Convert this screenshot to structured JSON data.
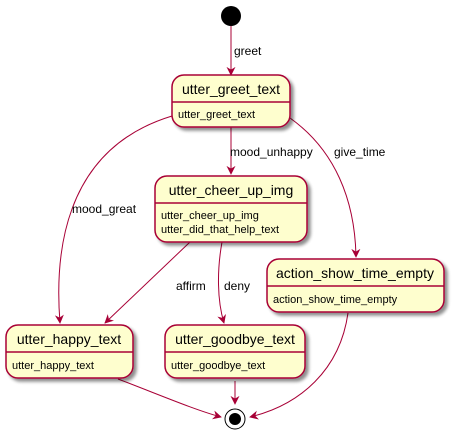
{
  "colors": {
    "state_fill": "#FEFECE",
    "state_border": "#A80036",
    "edge": "#A80036",
    "pseudostate": "#000000"
  },
  "states": {
    "greet": {
      "title": "utter_greet_text",
      "actions": [
        "utter_greet_text"
      ]
    },
    "cheer": {
      "title": "utter_cheer_up_img",
      "actions": [
        "utter_cheer_up_img",
        "utter_did_that_help_text"
      ]
    },
    "time": {
      "title": "action_show_time_empty",
      "actions": [
        "action_show_time_empty"
      ]
    },
    "happy": {
      "title": "utter_happy_text",
      "actions": [
        "utter_happy_text"
      ]
    },
    "goodbye": {
      "title": "utter_goodbye_text",
      "actions": [
        "utter_goodbye_text"
      ]
    }
  },
  "transitions": {
    "greet": "greet",
    "mood_unhappy": "mood_unhappy",
    "give_time": "give_time",
    "mood_great": "mood_great",
    "affirm": "affirm",
    "deny": "deny"
  }
}
